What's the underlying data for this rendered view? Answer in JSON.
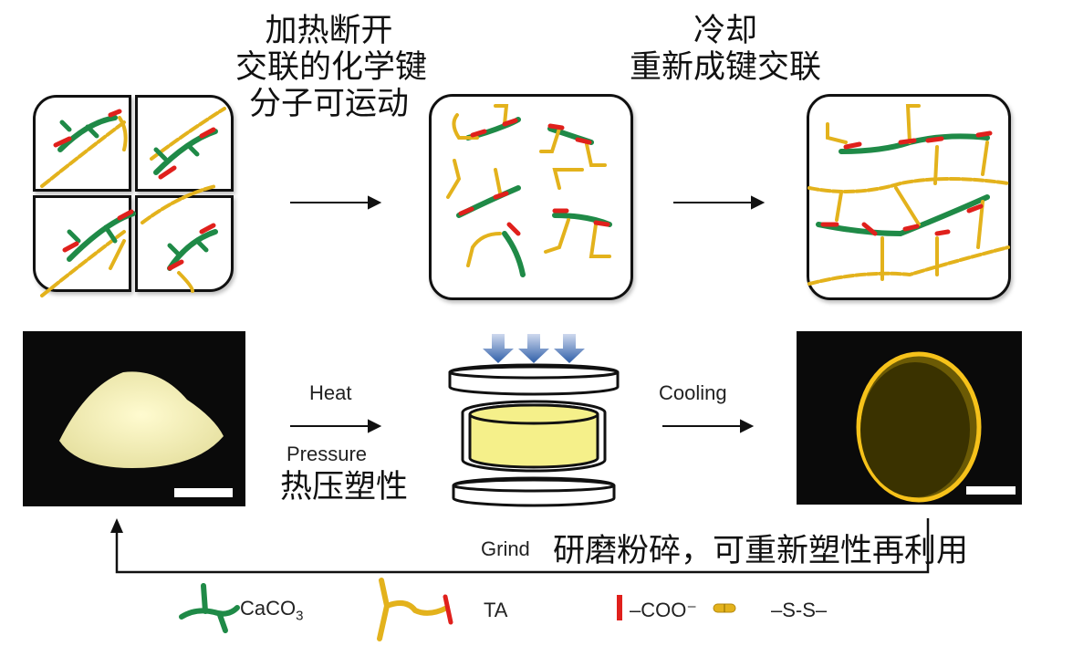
{
  "top_labels": {
    "heat_break": [
      "加热断开",
      "交联的化学键",
      "分子可运动"
    ],
    "cool_reform": [
      "冷却",
      "重新成键交联"
    ]
  },
  "process": {
    "heat_label": "Heat",
    "pressure_label": "Pressure",
    "hot_press_cn": "热压塑性",
    "cooling_label": "Cooling",
    "grind_label": "Grind",
    "grind_cn": "研磨粉碎，可重新塑性再利用"
  },
  "legend": {
    "items": [
      {
        "icon": "caco3-network-icon",
        "label_main": "CaCO",
        "label_sub": "3"
      },
      {
        "icon": "ta-chain-icon",
        "label_main": "TA",
        "label_sub": ""
      },
      {
        "icon": "carboxylate-icon",
        "label_main": "–COO⁻",
        "label_sub": ""
      },
      {
        "icon": "disulfide-icon",
        "label_main": "–S-S–",
        "label_sub": ""
      }
    ]
  },
  "colors": {
    "green": "#1f8a47",
    "yellow": "#e3b21c",
    "red": "#e0201c",
    "press_arrow": "#2f5ea8",
    "sample_fill": "#f5f08a"
  }
}
